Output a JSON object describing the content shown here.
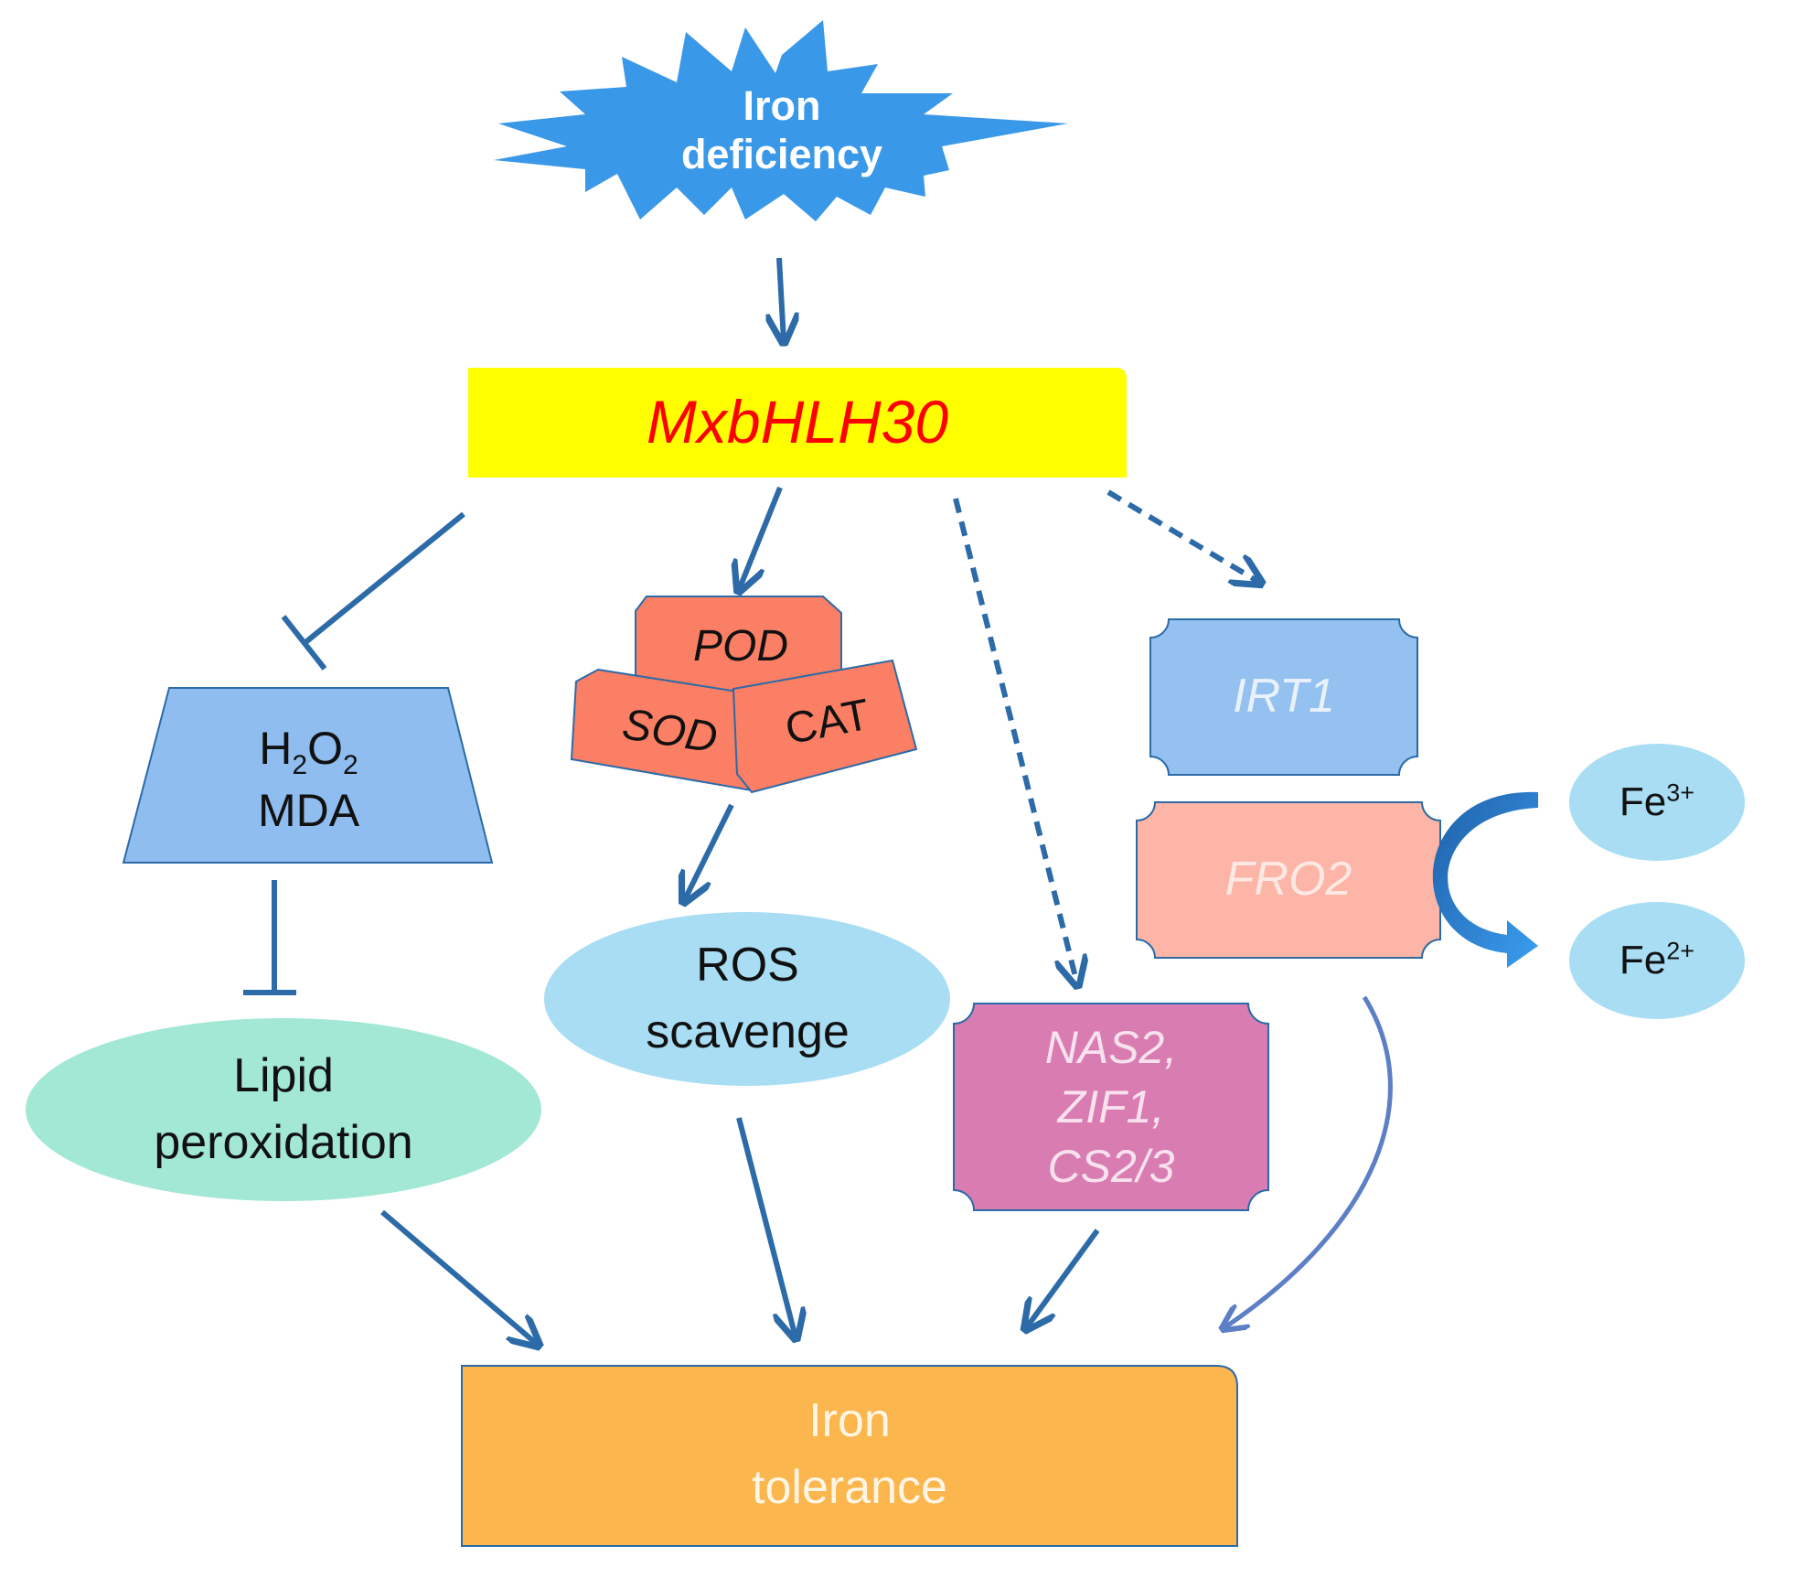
{
  "nodes": {
    "iron_deficiency": {
      "line1": "Iron",
      "line2": "deficiency",
      "color": "#3a98e8"
    },
    "mxbhlh30": {
      "label": "MxbHLH30",
      "fill": "#ffff00",
      "text_color": "#ff0000"
    },
    "h2o2_mda": {
      "h2o2_h": "H",
      "h2o2_sub1": "2",
      "h2o2_o": "O",
      "h2o2_sub2": "2",
      "mda": "MDA",
      "fill": "#8fbdf0"
    },
    "enzymes": {
      "pod": "POD",
      "sod": "SOD",
      "cat": "CAT",
      "fill": "#fb7f64"
    },
    "irt1": {
      "label": "IRT1",
      "fill": "#95c1f0",
      "text_color": "#e9f2fc"
    },
    "fro2": {
      "label": "FRO2",
      "fill": "#fcb5a6",
      "text_color": "#fde9e4"
    },
    "fe3": {
      "base": "Fe",
      "sup": "3+",
      "fill": "#a8ddf4"
    },
    "fe2": {
      "base": "Fe",
      "sup": "2+",
      "fill": "#a8ddf4"
    },
    "lipid": {
      "line1": "Lipid",
      "line2": "peroxidation",
      "fill": "#a3e8d4"
    },
    "ros": {
      "line1": "ROS",
      "line2": "scavenge",
      "fill": "#a8ddf4"
    },
    "nas": {
      "line1": "NAS2,",
      "line2": "ZIF1,",
      "line3": "CS2/3",
      "fill": "#d97cb2",
      "text_color": "#f8e2ee"
    },
    "tolerance": {
      "line1": "Iron",
      "line2": "tolerance",
      "fill": "#fbb64d",
      "text_color": "#fff6e6"
    }
  },
  "colors": {
    "arrow": "#2c6aa8",
    "curve": "#5d7fc6",
    "outline": "#2c6aa8",
    "curved_arrow": "#2f86d6"
  }
}
